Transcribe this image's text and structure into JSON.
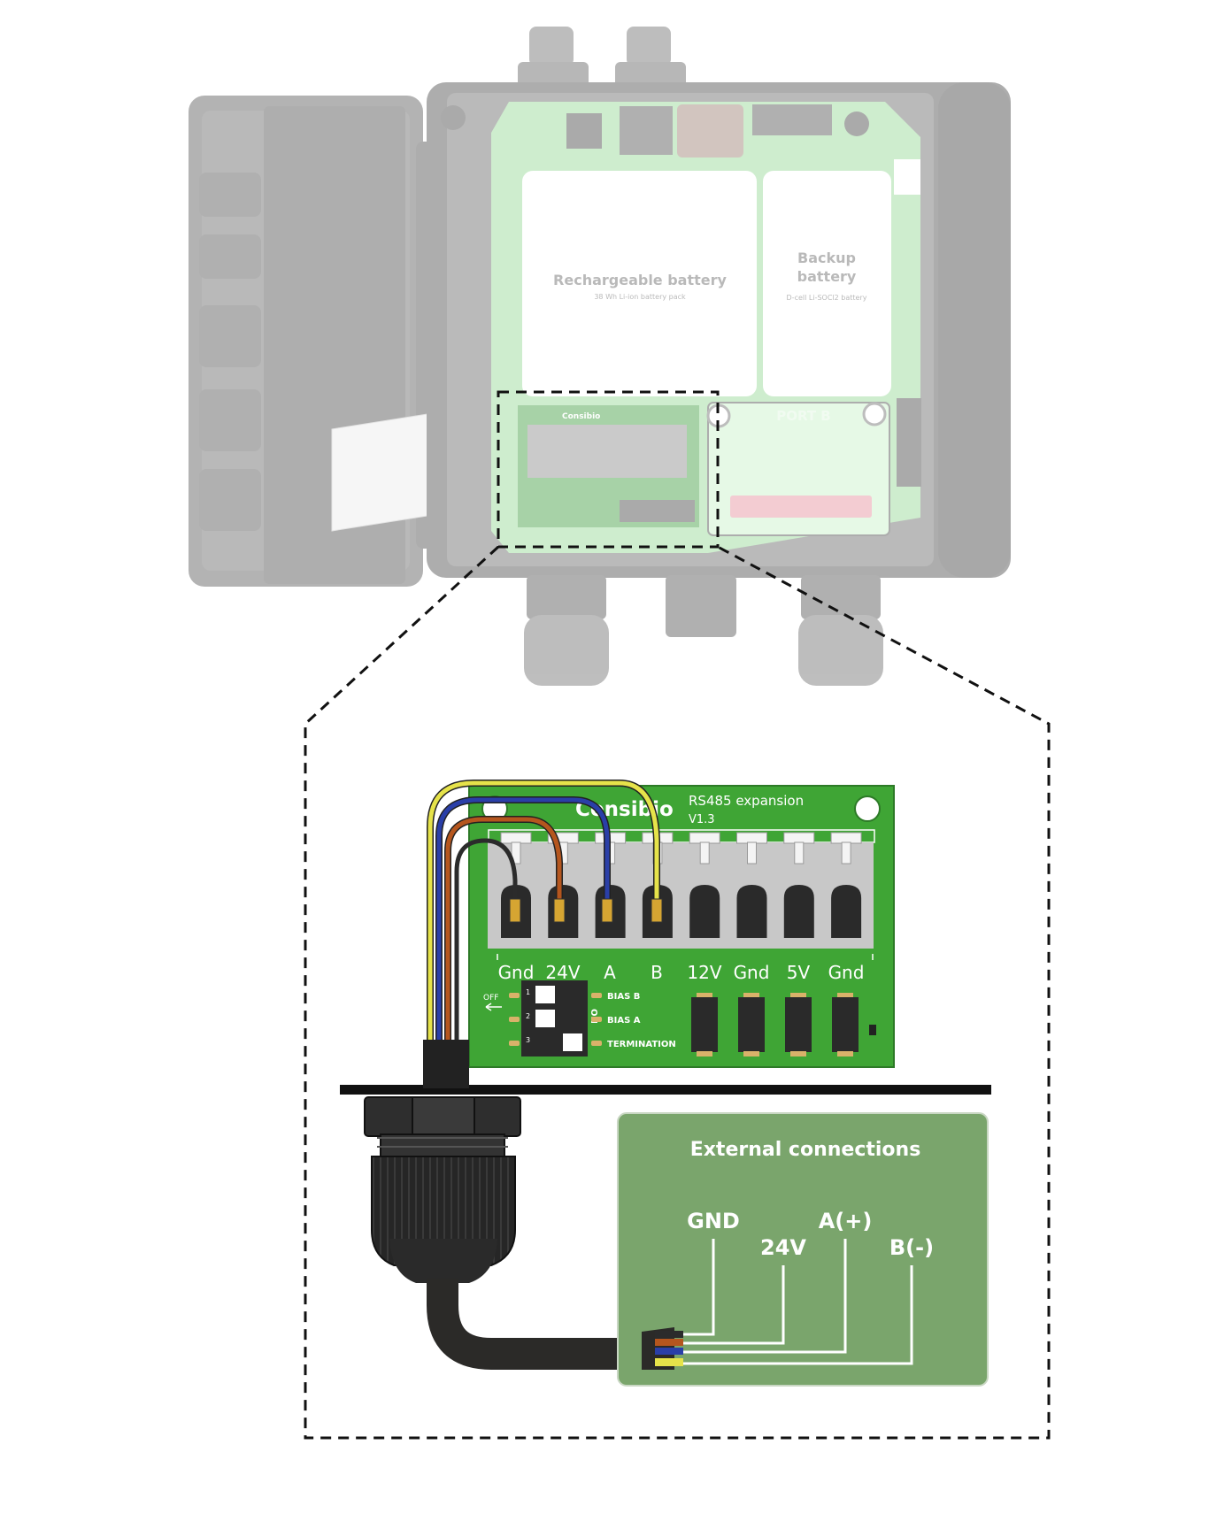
{
  "enclosure": {
    "main_battery_title": "Rechargeable battery",
    "main_battery_sub": "38 Wh Li-ion battery pack",
    "backup_title_1": "Backup",
    "backup_title_2": "battery",
    "backup_sub": "D-cell Li-SOCl2 battery",
    "port_label": "PORT B"
  },
  "board": {
    "brand": "Consibio",
    "product": "RS485 expansion",
    "version": "V1.3",
    "terminals": [
      "Gnd",
      "24V",
      "A",
      "B",
      "12V",
      "Gnd",
      "5V",
      "Gnd"
    ],
    "dip_off": "OFF",
    "dip_on": "ON",
    "dip_numbers": [
      "1",
      "2",
      "3"
    ],
    "dip_labels": [
      "BIAS B",
      "BIAS A",
      "TERMINATION"
    ]
  },
  "external": {
    "title": "External connections",
    "labels": [
      "GND",
      "24V",
      "A(+)",
      "B(-)"
    ]
  },
  "colors": {
    "board_green": "#3fa535",
    "ext_panel": "#7aa56c",
    "wire_black": "#2b2b2b",
    "wire_brown": "#b5561e",
    "wire_blue": "#2a3fa8",
    "wire_yellow": "#e6e34a"
  }
}
